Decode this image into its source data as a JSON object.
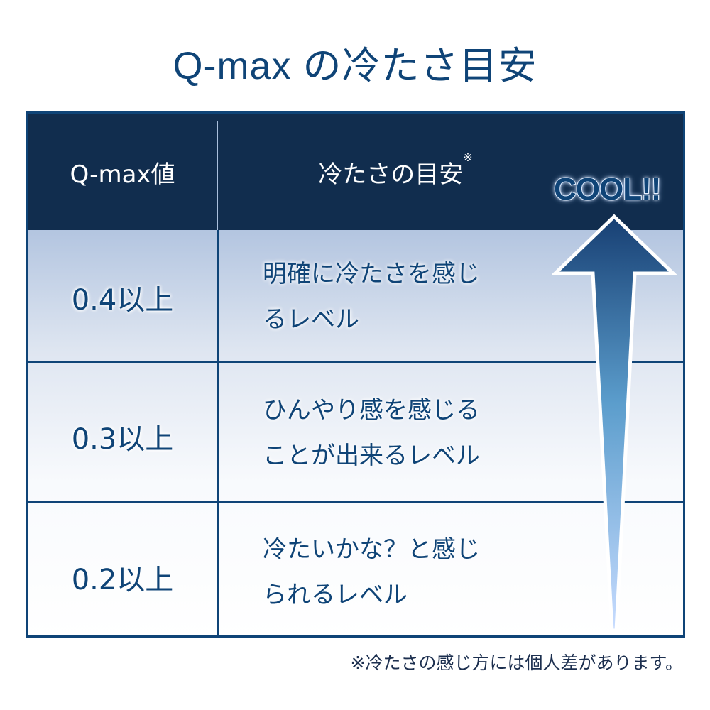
{
  "title": "Q-max の冷たさ目安",
  "table": {
    "headers": {
      "col1": "Q-max値",
      "col2": "冷たさの目安",
      "col2_mark": "※"
    },
    "rows": [
      {
        "value": "0.4以上",
        "desc_line1": "明確に冷たさを感じ",
        "desc_line2": "るレベル"
      },
      {
        "value": "0.3以上",
        "desc_line1": "ひんやり感を感じる",
        "desc_line2": "ことが出来るレベル"
      },
      {
        "value": "0.2以上",
        "desc_line1": "冷たいかな？と感じ",
        "desc_line2": "られるレベル"
      }
    ]
  },
  "arrow": {
    "label": "COOL!!",
    "icon": "up-arrow-icon"
  },
  "footnote": "※冷たさの感じ方には個人差があります。",
  "colors": {
    "navy": "#112d4e",
    "text_blue": "#0f4477",
    "light_blue": "#b3c5e0"
  }
}
